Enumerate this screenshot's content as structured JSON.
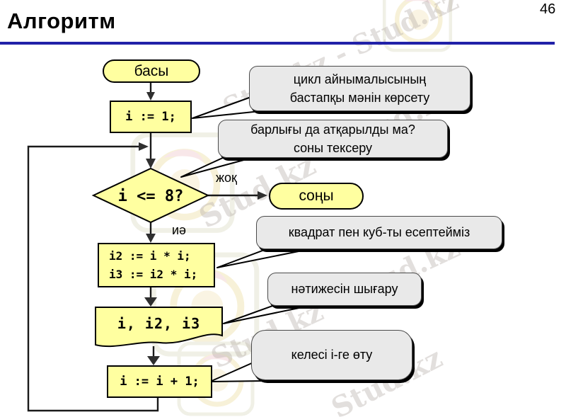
{
  "page": {
    "title": "Алгоритм",
    "number": "46"
  },
  "flowchart": {
    "start_label": "басы",
    "init_code": "i := 1;",
    "condition": "i <= 8?",
    "no_label": "жоқ",
    "yes_label": "иә",
    "end_label": "соңы",
    "compute_lines": [
      "i2 := i * i;",
      "i3 := i2 * i;"
    ],
    "output_code": "i, i2, i3",
    "increment_code": "i := i + 1;"
  },
  "callouts": [
    {
      "lines": [
        "цикл айнымалысының",
        "бастапқы мәнін көрсету"
      ]
    },
    {
      "lines": [
        "барлығы да атқарылды ма?",
        "соны тексеру"
      ]
    },
    {
      "lines": [
        "квадрат пен куб-ты есептейміз"
      ]
    },
    {
      "lines": [
        "нәтижесін шығару"
      ]
    },
    {
      "lines": [
        "келесі i-ге өту"
      ]
    }
  ],
  "watermark": {
    "text": "Stud.kz",
    "pair": "Stud.kz - Stud.kz"
  },
  "colors": {
    "accent_line": "#2121a8",
    "shape_fill": "#ffffa0",
    "shape_border": "#000000",
    "callout_fill": "#e9e9e9",
    "arrow": "#1a1a1a"
  }
}
